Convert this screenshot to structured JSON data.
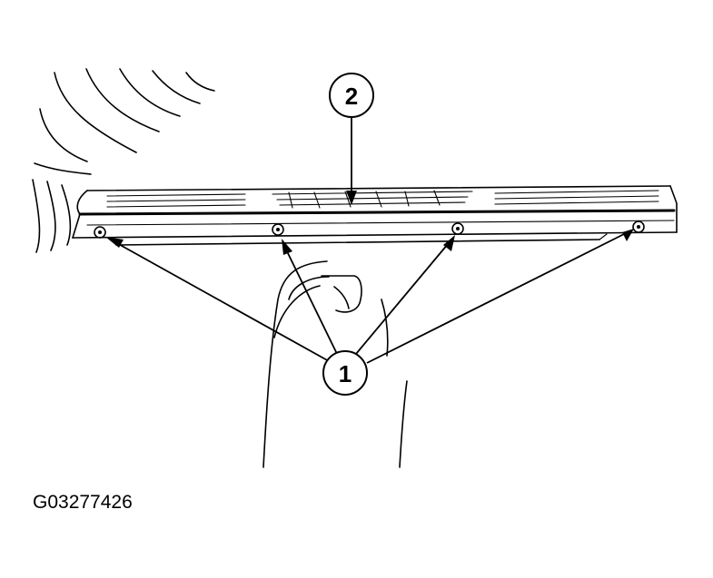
{
  "callouts": [
    {
      "id": "callout-1",
      "label": "1"
    },
    {
      "id": "callout-2",
      "label": "2"
    }
  ],
  "figure_id": "G03277426"
}
